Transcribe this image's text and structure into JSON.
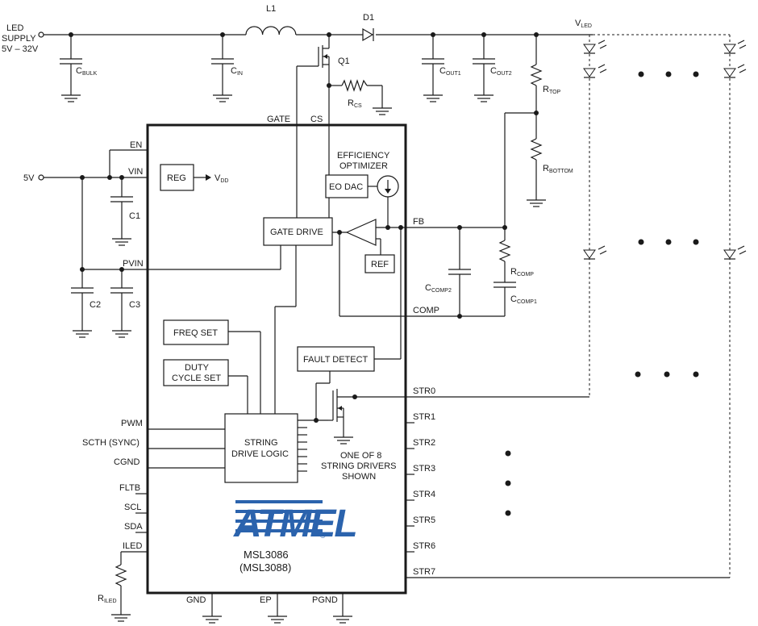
{
  "diagram": {
    "supply": {
      "line1": "LED",
      "line2": "SUPPLY",
      "line3": "5V – 32V"
    },
    "inductor": "L1",
    "diode": "D1",
    "vled": {
      "main": "V",
      "sub": "LED"
    },
    "mosfet": "Q1",
    "caps": {
      "cbulk": {
        "main": "C",
        "sub": "BULK"
      },
      "cin": {
        "main": "C",
        "sub": "IN"
      },
      "cout1": {
        "main": "C",
        "sub": "OUT1"
      },
      "cout2": {
        "main": "C",
        "sub": "OUT2"
      },
      "c1": "C1",
      "c2": "C2",
      "c3": "C3",
      "ccomp1": {
        "main": "C",
        "sub": "COMP1"
      },
      "ccomp2": {
        "main": "C",
        "sub": "COMP2"
      }
    },
    "resistors": {
      "rcs": {
        "main": "R",
        "sub": "CS"
      },
      "rtop": {
        "main": "R",
        "sub": "TOP"
      },
      "rbottom": {
        "main": "R",
        "sub": "BOTTOM"
      },
      "rcomp": {
        "main": "R",
        "sub": "COMP"
      },
      "riled": {
        "main": "R",
        "sub": "ILED"
      }
    },
    "v5": "5V",
    "vdd": {
      "main": "V",
      "sub": "DD"
    },
    "pins": {
      "gate": "GATE",
      "cs": "CS",
      "en": "EN",
      "vin": "VIN",
      "pvin": "PVIN",
      "fb": "FB",
      "comp": "COMP",
      "pwm": "PWM",
      "scth": "SCTH (SYNC)",
      "cgnd": "CGND",
      "fltb": "FLTB",
      "scl": "SCL",
      "sda": "SDA",
      "iled": "ILED",
      "gnd": "GND",
      "ep": "EP",
      "pgnd": "PGND",
      "str": [
        "STR0",
        "STR1",
        "STR2",
        "STR3",
        "STR4",
        "STR5",
        "STR6",
        "STR7"
      ]
    },
    "blocks": {
      "reg": "REG",
      "eo_title1": "EFFICIENCY",
      "eo_title2": "OPTIMIZER",
      "eo_dac": "EO DAC",
      "gate_drive": "GATE DRIVE",
      "ref": "REF",
      "freq_set": "FREQ SET",
      "duty1": "DUTY",
      "duty2": "CYCLE SET",
      "fault_detect": "FAULT DETECT",
      "sdl1": "STRING",
      "sdl2": "DRIVE LOGIC",
      "note1": "ONE OF 8",
      "note2": "STRING DRIVERS",
      "note3": "SHOWN"
    },
    "logo_text": "ATMEL",
    "logo_mark": "®",
    "part1": "MSL3086",
    "part2": "(MSL3088)"
  }
}
